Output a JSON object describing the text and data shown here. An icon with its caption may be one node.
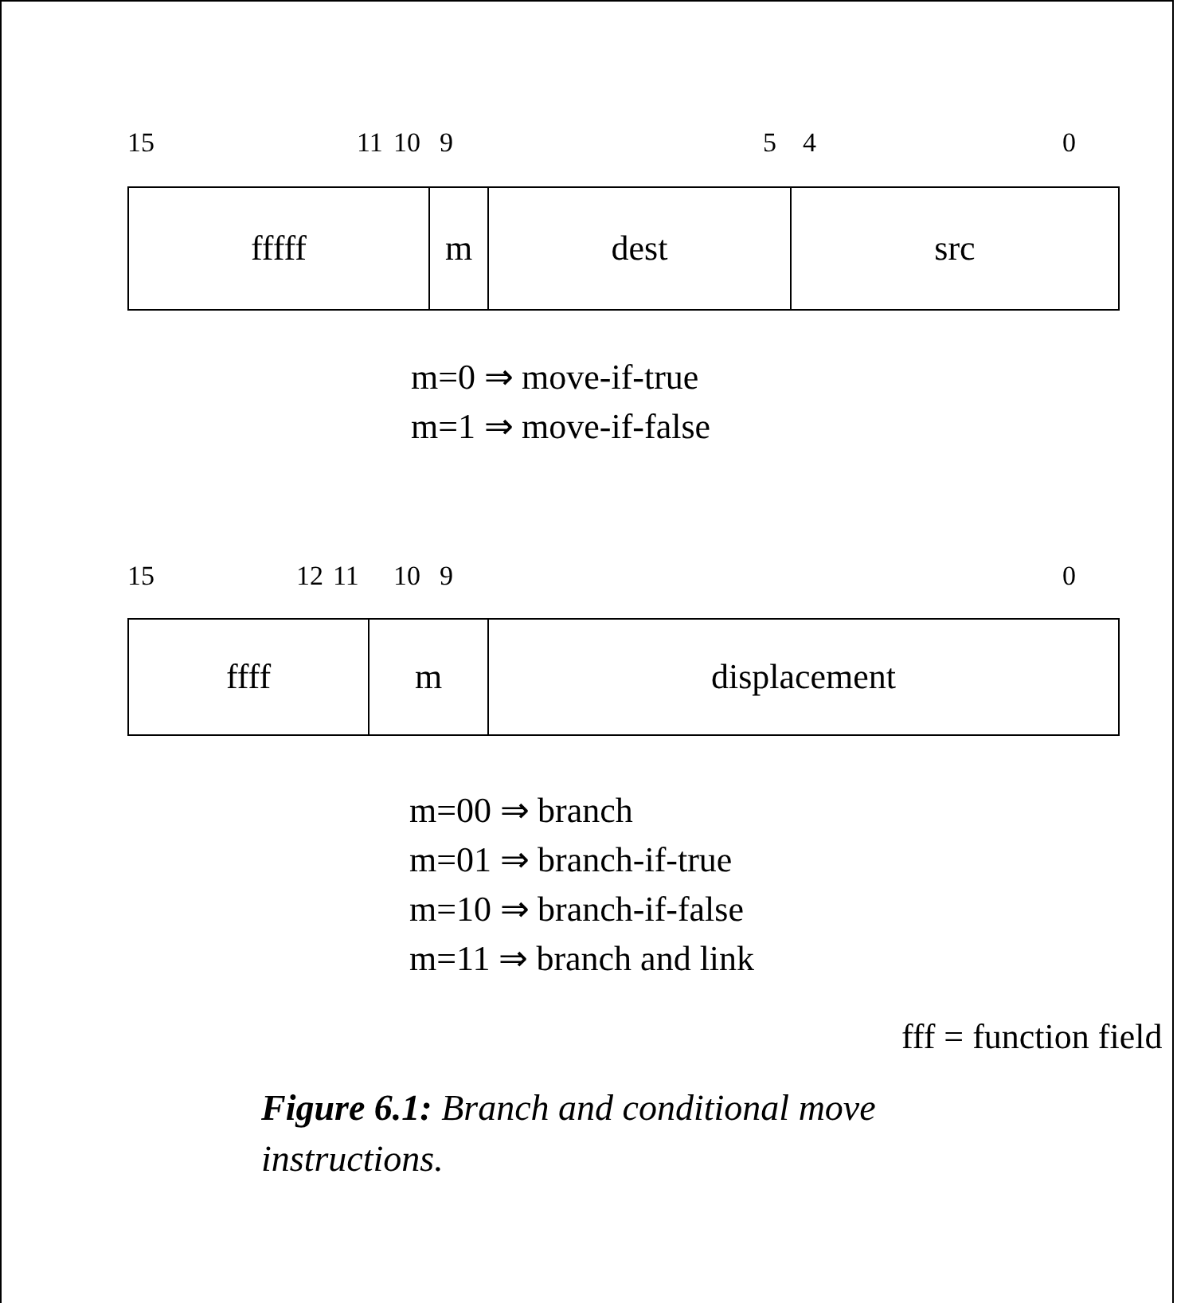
{
  "diagram": {
    "caption": "**Figure 6.1:** Branch and conditional move instructions.",
    "nodes": [
      {
        "text": [
          "fffff"
        ]
      },
      {
        "text": [
          "m"
        ]
      },
      {
        "text": [
          "dest"
        ]
      },
      {
        "text": [
          "src"
        ]
      },
      {
        "text": [
          "ffff"
        ]
      },
      {
        "text": [
          "m"
        ]
      },
      {
        "text": [
          "displacement"
        ]
      }
    ],
    "labels": [
      "15",
      "11",
      "10",
      "9",
      "5",
      "4",
      "0",
      "m=0 ⇒ move-if-true",
      "m=1 ⇒ move-if-false",
      "15",
      "12",
      "11",
      "10",
      "9",
      "0",
      "m=00 ⇒ branch",
      "m=01 ⇒ branch-if-true",
      "m=10 ⇒ branch-if-false",
      "m=11 ⇒ branch and link",
      "fff = function field"
    ]
  }
}
